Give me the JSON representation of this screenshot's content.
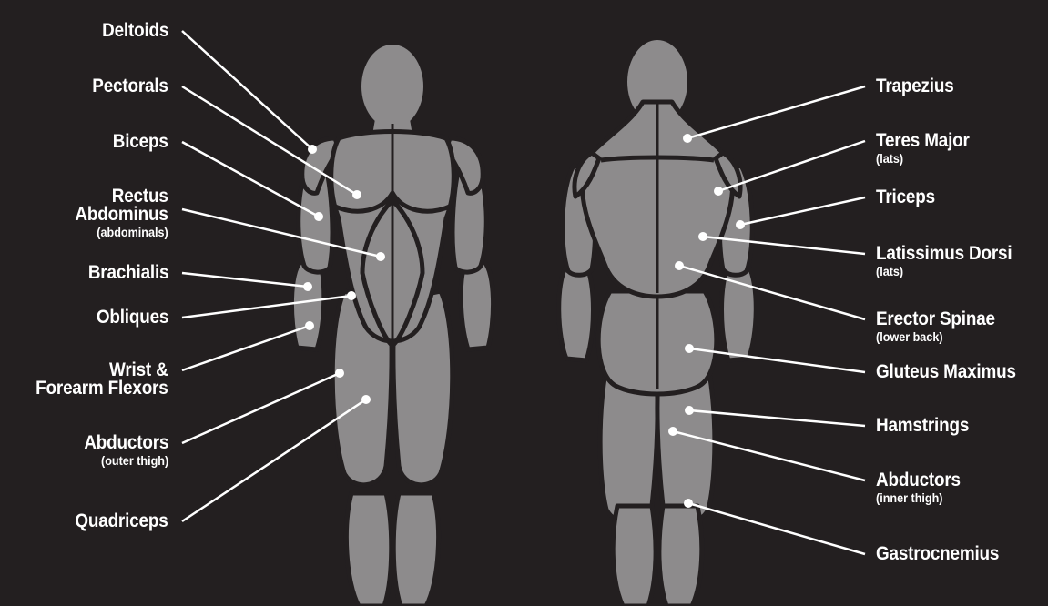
{
  "colors": {
    "background": "#231f20",
    "muscle": "#8d8b8c",
    "outline": "#231f20",
    "leader_line": "#ffffff"
  },
  "front_labels": [
    {
      "id": "deltoids",
      "main": "Deltoids",
      "sub": ""
    },
    {
      "id": "pectorals",
      "main": "Pectorals",
      "sub": ""
    },
    {
      "id": "biceps",
      "main": "Biceps",
      "sub": ""
    },
    {
      "id": "rectus",
      "main": "Rectus Abdominus",
      "line1": "Rectus",
      "line2": "Abdominus",
      "sub": "(abdominals)"
    },
    {
      "id": "brachialis",
      "main": "Brachialis",
      "sub": ""
    },
    {
      "id": "obliques",
      "main": "Obliques",
      "sub": ""
    },
    {
      "id": "wrist",
      "main": "Wrist & Forearm Flexors",
      "line1": "Wrist &",
      "line2": "Forearm Flexors",
      "sub": ""
    },
    {
      "id": "abductors-front",
      "main": "Abductors",
      "sub": "(outer thigh)"
    },
    {
      "id": "quadriceps",
      "main": "Quadriceps",
      "sub": ""
    }
  ],
  "back_labels": [
    {
      "id": "trapezius",
      "main": "Trapezius",
      "sub": ""
    },
    {
      "id": "teres",
      "main": "Teres Major",
      "sub": "(lats)"
    },
    {
      "id": "triceps",
      "main": "Triceps",
      "sub": ""
    },
    {
      "id": "latissimus",
      "main": "Latissimus Dorsi",
      "sub": "(lats)"
    },
    {
      "id": "erector",
      "main": "Erector Spinae",
      "sub": "(lower back)"
    },
    {
      "id": "gluteus",
      "main": "Gluteus Maximus",
      "sub": ""
    },
    {
      "id": "hamstrings",
      "main": "Hamstrings",
      "sub": ""
    },
    {
      "id": "abductors-back",
      "main": "Abductors",
      "sub": "(inner thigh)"
    },
    {
      "id": "gastrocnemius",
      "main": "Gastrocnemius",
      "sub": ""
    }
  ]
}
